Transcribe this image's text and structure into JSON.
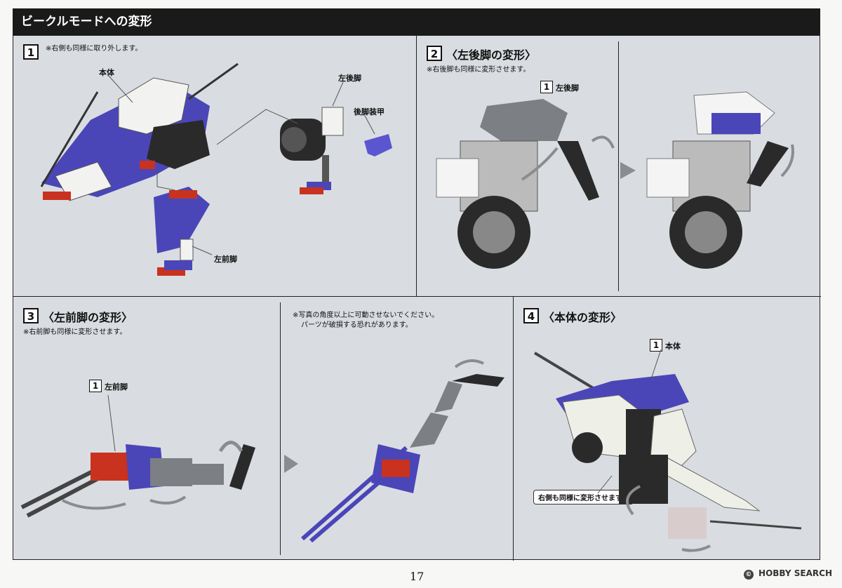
{
  "header": {
    "title": "ビークルモードへの変形"
  },
  "steps": {
    "s1": {
      "num": "1",
      "note": "※右側も同様に取り外します。",
      "labels": {
        "body": "本体",
        "left_rear_leg": "左後脚",
        "rear_leg_armor": "後脚装甲",
        "left_front_leg": "左前脚"
      }
    },
    "s2": {
      "num": "2",
      "title": "〈左後脚の変形〉",
      "note": "※右後脚も同様に変形させます。",
      "part_num": "1",
      "part_label": "左後脚"
    },
    "s3": {
      "num": "3",
      "title": "〈左前脚の変形〉",
      "note": "※右前脚も同様に変形させます。",
      "part_num": "1",
      "part_label": "左前脚",
      "caution": [
        "※写真の角度以上に可動させないでください。",
        "パーツが破損する恐れがあります。"
      ]
    },
    "s4": {
      "num": "4",
      "title": "〈本体の変形〉",
      "part_num": "1",
      "part_label": "本体",
      "callout": "右側も同様に変形させます。"
    }
  },
  "footer": {
    "page_number": "17",
    "watermark": "HOBBY SEARCH",
    "watermark_mark": "©"
  },
  "colors": {
    "panel_bg": "#d9dde1",
    "header_bg": "#1a1a1a",
    "purple": "#4a46b8",
    "red": "#c8321e",
    "gray": "#7c7f83",
    "dark": "#2a2a2a",
    "arrow": "#8a8d90"
  }
}
